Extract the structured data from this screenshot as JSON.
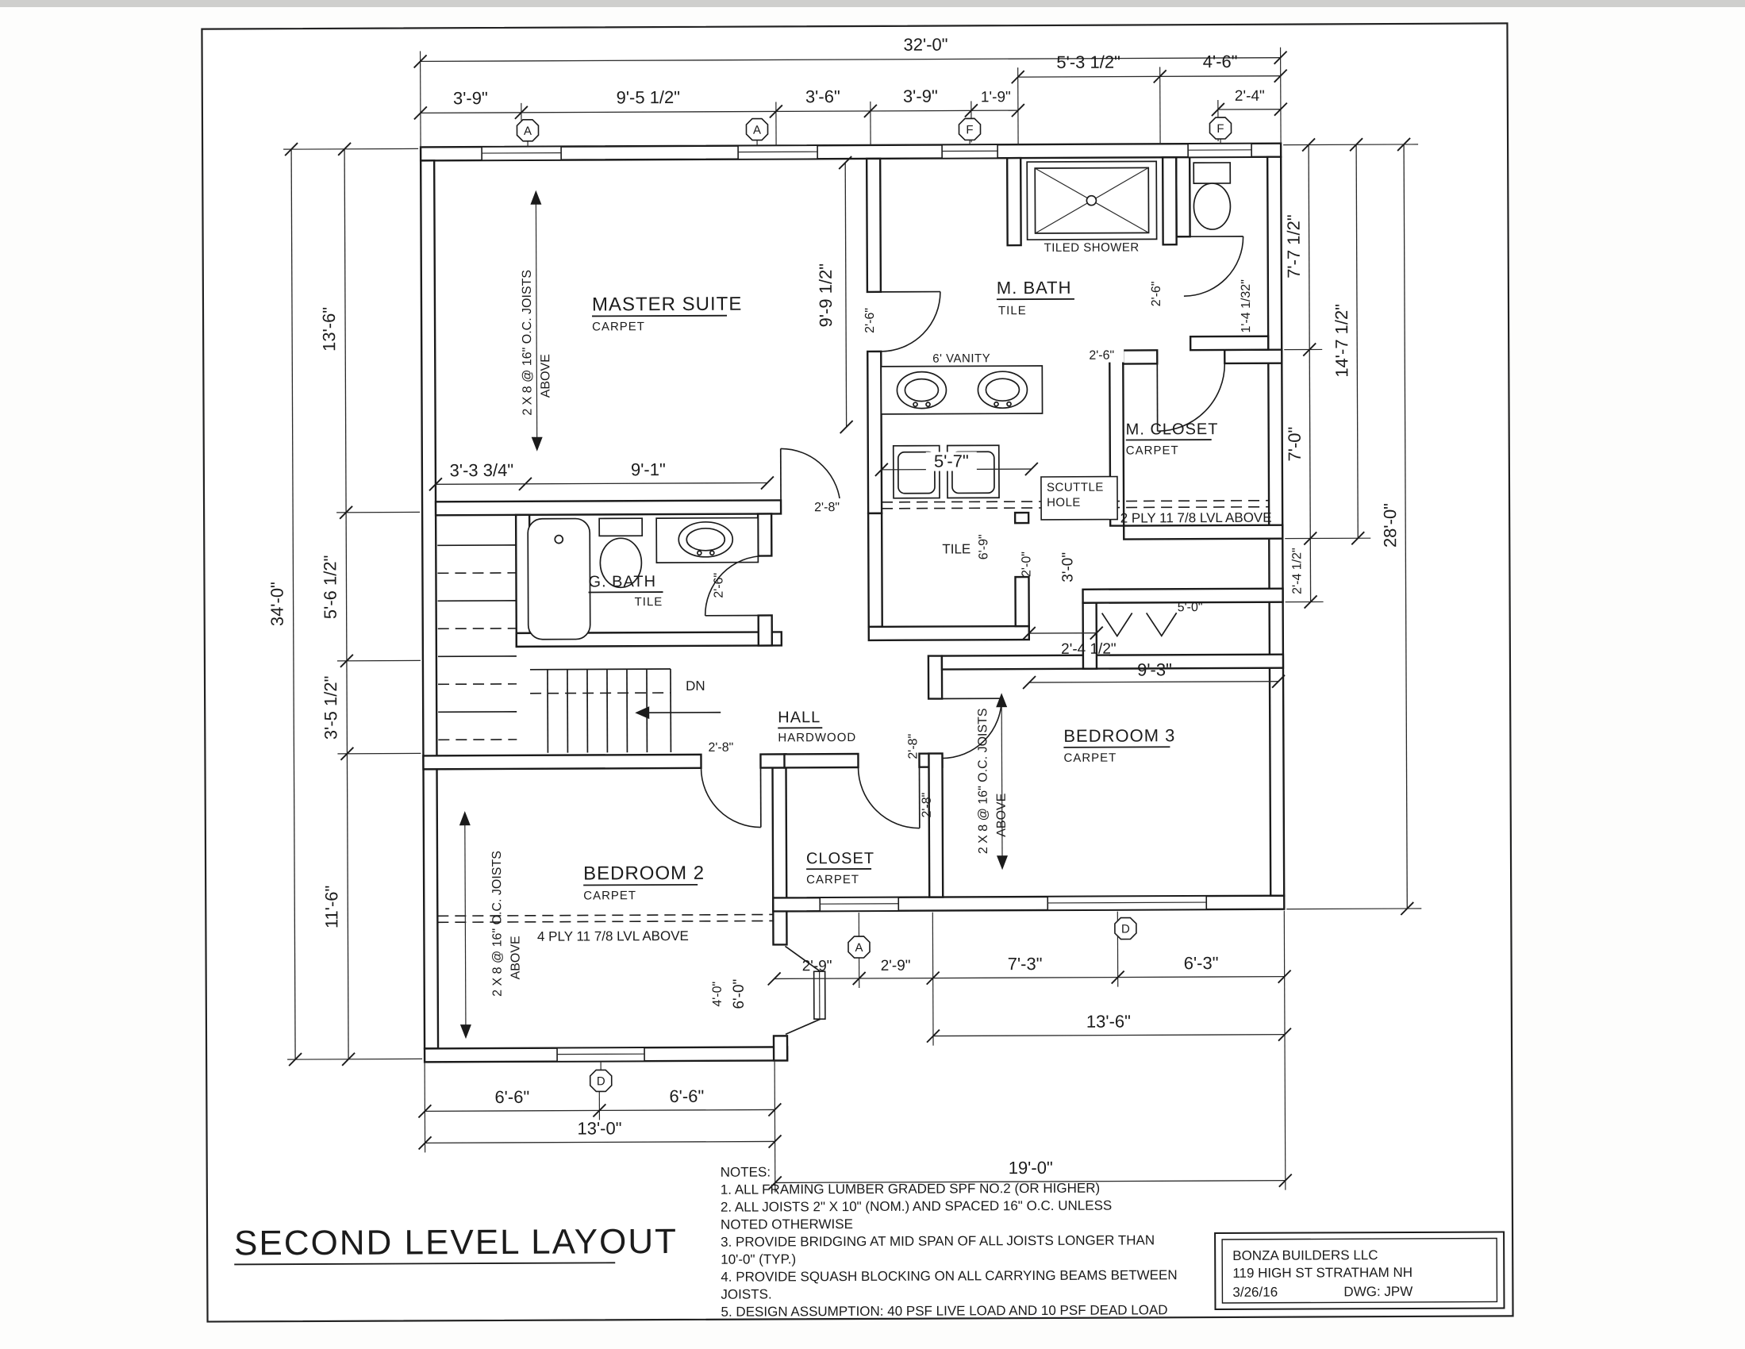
{
  "drawing": {
    "page_title": "SECOND LEVEL LAYOUT",
    "title_block": {
      "company": "BONZA BUILDERS LLC",
      "address": "119 HIGH ST STRATHAM NH",
      "date": "3/26/16",
      "dwg": "DWG:  JPW"
    },
    "notes": {
      "heading": "NOTES:",
      "lines": [
        "1. ALL FRAMING LUMBER GRADED SPF NO.2 (OR HIGHER)",
        "2. ALL JOISTS 2\" X 10\" (NOM.) AND SPACED 16\" O.C. UNLESS",
        "NOTED OTHERWISE",
        "3. PROVIDE BRIDGING AT MID SPAN OF ALL JOISTS LONGER THAN",
        "10'-0\" (TYP.)",
        "4. PROVIDE SQUASH BLOCKING ON ALL CARRYING BEAMS BETWEEN",
        "JOISTS.",
        "5. DESIGN ASSUMPTION:  40 PSF LIVE LOAD AND 10 PSF DEAD LOAD"
      ]
    },
    "rooms": {
      "master": {
        "name": "MASTER SUITE",
        "finish": "CARPET"
      },
      "mbath": {
        "name": "M. BATH",
        "finish": "TILE"
      },
      "mcloset": {
        "name": "M. CLOSET",
        "finish": "CARPET"
      },
      "gbath": {
        "name": "G. BATH",
        "finish": "TILE"
      },
      "hall": {
        "name": "HALL",
        "finish": "HARDWOOD"
      },
      "bed2": {
        "name": "BEDROOM 2",
        "finish": "CARPET"
      },
      "bed3": {
        "name": "BEDROOM 3",
        "finish": "CARPET"
      },
      "closet": {
        "name": "CLOSET",
        "finish": "CARPET"
      }
    },
    "fixtures": {
      "tiled_shower": "TILED SHOWER",
      "vanity": "6' VANITY",
      "scuttle_line1": "SCUTTLE",
      "scuttle_line2": "HOLE",
      "laundry_tile": "TILE",
      "dn": "DN"
    },
    "beams": {
      "lvl2": "2 PLY 11 7/8 LVL ABOVE",
      "lvl4": "4 PLY 11 7/8 LVL ABOVE",
      "joists": "2 X 8 @ 16\" O.C. JOISTS",
      "above": "ABOVE"
    },
    "markers": {
      "a": "A",
      "d": "D",
      "f": "F"
    },
    "dims": {
      "top": {
        "overall": "32'-0\"",
        "s1": "3'-9\"",
        "s2": "9'-5 1/2\"",
        "s3": "3'-6\"",
        "s4": "3'-9\"",
        "s5": "1'-9\"",
        "s6": "5'-3 1/2\"",
        "s7": "4'-6\"",
        "s8": "2'-4\""
      },
      "left": {
        "overall": "34'-0\"",
        "s1": "13'-6\"",
        "s2": "5'-6 1/2\"",
        "s3": "3'-5 1/2\"",
        "s4": "11'-6\""
      },
      "right": {
        "s1": "7'-7 1/2\"",
        "s2": "14'-7 1/2\"",
        "s3": "7'-0\"",
        "s4": "28'-0\"",
        "s5": "2'-4 1/2\""
      },
      "bottom_left": {
        "s1": "6'-6\"",
        "s2": "6'-6\"",
        "overall": "13'-0\""
      },
      "bottom_right": {
        "s1": "2'-9\"",
        "s2": "2'-9\"",
        "s3": "7'-3\"",
        "s4": "6'-3\"",
        "mid": "13'-6\"",
        "overall": "19'-0\""
      },
      "interior": {
        "master_depth": "9'-9 1/2\"",
        "m1": "3'-3 3/4\"",
        "m2": "9'-1\"",
        "vanity_w": "5'-7\"",
        "laundry_d": "6'-9\"",
        "nook": "1'-4 1/32\"",
        "pass": "2'-4 1/2\"",
        "b3_w": "9'-3\"",
        "closet_w": "5'-0\"",
        "door26": "2'-6\"",
        "door28": "2'-8\"",
        "door20": "2'-0\"",
        "door30": "3'-0\"",
        "bay_h": "6'-0\"",
        "bay_s": "4'-0\""
      }
    }
  }
}
